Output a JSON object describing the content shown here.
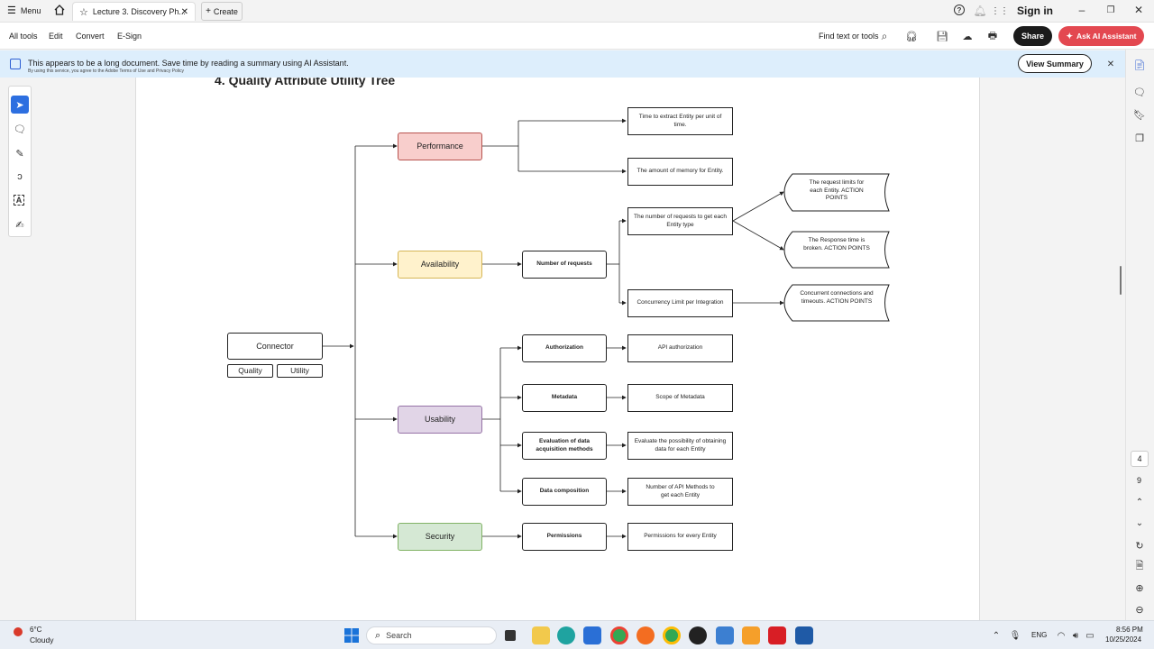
{
  "topbar": {
    "menu_label": "Menu",
    "tab_title": "Lecture 3. Discovery Ph...",
    "create_label": "Create",
    "sign_in": "Sign in"
  },
  "toolbar": {
    "all_tools": "All tools",
    "edit": "Edit",
    "convert": "Convert",
    "esign": "E-Sign",
    "find": "Find text or tools",
    "share": "Share",
    "ask_ai": "Ask AI Assistant"
  },
  "banner": {
    "message": "This appears to be a long document. Save time by reading a summary using AI Assistant.",
    "fine_print": "By using this service, you agree to the Adobe Terms of Use and Privacy Policy",
    "view_summary": "View Summary"
  },
  "doc": {
    "heading": "4. Quality Attribute Utility Tree",
    "root": {
      "label": "Connector",
      "tag1": "Quality",
      "tag2": "Utility"
    },
    "categories": {
      "performance": "Performance",
      "availability": "Availability",
      "usability": "Usability",
      "security": "Security"
    },
    "colors": {
      "performance": "#f8cecc",
      "availability": "#fff2cc",
      "usability": "#e1d5e7",
      "security": "#d5e8d4"
    },
    "mid": {
      "requests": "Number of requests",
      "authorization": "Authorization",
      "metadata": "Metadata",
      "evaluation": "Evaluation of data acquisition methods",
      "composition": "Data composition",
      "permissions": "Permissions"
    },
    "leaves": {
      "time": "Time to extract Entity per unit of time.",
      "memory": "The amount of memory for Entity.",
      "req_count": "The number of requests to get each Entity type",
      "concurrency": "Concurrency Limit per Integration",
      "api_auth": "API authorization",
      "scope": "Scope of Metadata",
      "possibility": "Evaluate the possibility of obtaining data for each Entity",
      "api_methods": "Number of API Methods to get each Entity",
      "perm_entity": "Permissions for every Entity"
    },
    "actions": {
      "limits": "The request limits for each Entity. ACTION POINTS",
      "response": "The Response time is broken. ACTION POINTS",
      "concurrent": "Concurrent connections and timeouts. ACTION POINTS"
    }
  },
  "page_nav": {
    "current": "4",
    "total": "9"
  },
  "taskbar": {
    "temp": "6°C",
    "weather": "Cloudy",
    "search": "Search",
    "lang": "ENG",
    "time": "8:56 PM",
    "date": "10/25/2024"
  }
}
